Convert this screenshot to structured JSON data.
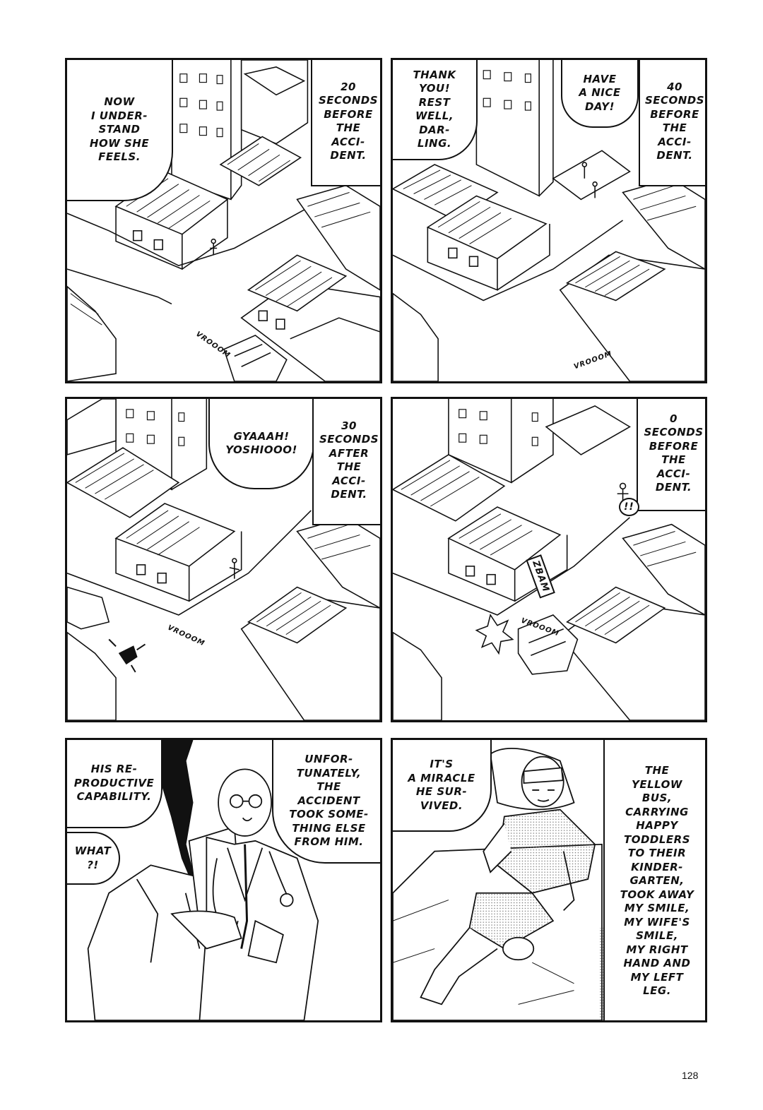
{
  "panels": [
    {
      "caption": [
        "20",
        "SECONDS",
        "BEFORE",
        "THE",
        "ACCI-",
        "DENT."
      ],
      "bubble": [
        "NOW",
        "I UNDER-",
        "STAND",
        "HOW SHE",
        "FEELS."
      ],
      "sfx": "VROOOM"
    },
    {
      "caption": [
        "40",
        "SECONDS",
        "BEFORE",
        "THE",
        "ACCI-",
        "DENT."
      ],
      "bubble_a": [
        "THANK",
        "YOU!",
        "REST",
        "WELL,",
        "DAR-",
        "LING."
      ],
      "bubble_b": [
        "HAVE",
        "A NICE",
        "DAY!"
      ],
      "sfx": "VROOOM"
    },
    {
      "caption": [
        "30",
        "SECONDS",
        "AFTER",
        "THE",
        "ACCI-",
        "DENT."
      ],
      "bubble": [
        "GYAAAH!",
        "YOSHIOOO!"
      ],
      "sfx": "VROOOM"
    },
    {
      "caption": [
        "0",
        "SECONDS",
        "BEFORE",
        "THE",
        "ACCI-",
        "DENT."
      ],
      "sfx_exclaim": "!!",
      "sfx_impact": "ZBAM",
      "sfx": "VROOOM"
    },
    {
      "bubble_a": [
        "HIS RE-",
        "PRODUCTIVE",
        "CAPABILITY."
      ],
      "bubble_b": [
        "UNFOR-",
        "TUNATELY,",
        "THE",
        "ACCIDENT",
        "TOOK SOME-",
        "THING ELSE",
        "FROM HIM."
      ],
      "bubble_c": [
        "WHAT",
        "?!"
      ]
    },
    {
      "bubble": [
        "IT'S",
        "A MIRACLE",
        "HE SUR-",
        "VIVED."
      ],
      "caption": [
        "THE",
        "YELLOW",
        "BUS,",
        "CARRYING",
        "HAPPY",
        "TODDLERS",
        "TO THEIR",
        "KINDER-",
        "GARTEN,",
        "TOOK AWAY",
        "MY SMILE,",
        "MY WIFE'S",
        "SMILE,",
        "MY RIGHT",
        "HAND AND",
        "MY LEFT",
        "LEG."
      ]
    }
  ],
  "page_number": "128"
}
